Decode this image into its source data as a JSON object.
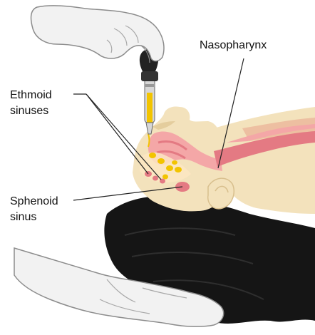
{
  "labels": {
    "nasopharynx": "Nasopharynx",
    "ethmoid_line1": "Ethmoid",
    "ethmoid_line2": "sinuses",
    "sphenoid_line1": "Sphenoid",
    "sphenoid_line2": "sinus"
  },
  "colors": {
    "skin": "#f3e2bc",
    "skin_shadow": "#e4cd9d",
    "mucosa": "#f4a7a7",
    "mucosa_dark": "#e47a83",
    "hair": "#151515",
    "glove": "#f2f2f2",
    "glove_outline": "#8c8c8c",
    "dropper_bulb": "#222222",
    "dropper_glass": "#d7d7d7",
    "drops": "#f2c400",
    "bone_overlay": "#fbe6c2",
    "leader_line": "#222222"
  }
}
